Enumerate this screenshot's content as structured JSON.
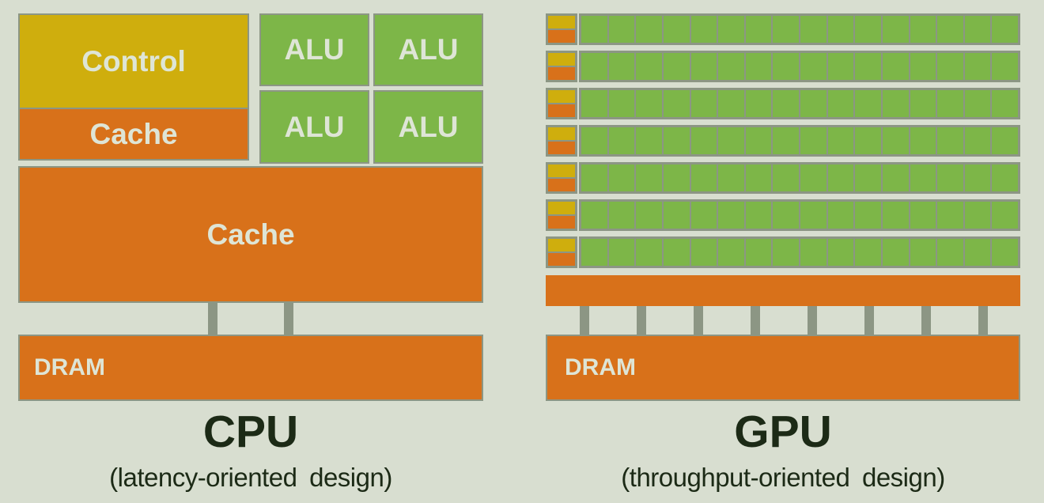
{
  "colors": {
    "background": "#d8ded0",
    "orange": "#d8711a",
    "yellow": "#cfae0d",
    "green": "#7db648",
    "border": "#8c9684",
    "pin": "#8c9684",
    "label_light": "#dee5d6",
    "title_dark": "#1c2a16"
  },
  "cpu": {
    "title": "CPU",
    "subtitle": "(latency-oriented design)",
    "control_label": "Control",
    "l1_cache_label": "Cache",
    "l2_cache_label": "Cache",
    "dram_label": "DRAM",
    "alu_labels": [
      "ALU",
      "ALU",
      "ALU",
      "ALU"
    ],
    "dram_pin_count": 2
  },
  "gpu": {
    "title": "GPU",
    "subtitle": "(throughput-oriented design)",
    "dram_label": "DRAM",
    "row_count": 7,
    "alus_per_row": 16,
    "dram_pin_count": 8
  }
}
